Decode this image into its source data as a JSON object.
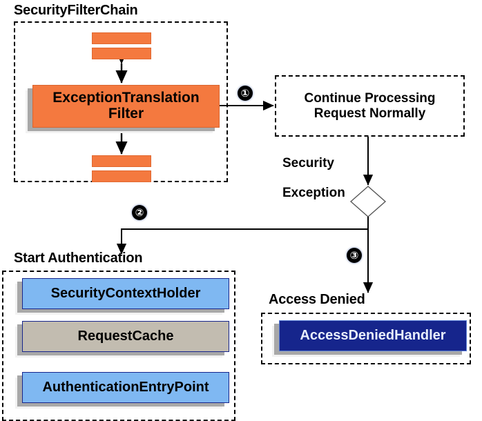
{
  "diagram": {
    "title": "ExceptionTranslationFilter flow",
    "colors": {
      "orange": "#f4793f",
      "light_blue": "#7fb8f2",
      "gray": "#c2bcb0",
      "navy": "#16258c",
      "shadow": "#a8a8a8",
      "line": "#000000"
    }
  },
  "groups": {
    "security_filter_chain": {
      "label": "SecurityFilterChain"
    },
    "start_authentication": {
      "label": "Start Authentication"
    },
    "access_denied": {
      "label": "Access Denied"
    }
  },
  "filters": {
    "exception_translation_filter": {
      "label": "ExceptionTranslation\nFilter",
      "line1": "ExceptionTranslation",
      "line2": "Filter"
    },
    "bars": [
      {
        "name": "filter-bar-top-1"
      },
      {
        "name": "filter-bar-top-2"
      },
      {
        "name": "filter-bar-bottom-1"
      },
      {
        "name": "filter-bar-bottom-2"
      }
    ]
  },
  "process": {
    "continue_processing": {
      "line1": "Continue Processing",
      "line2": "Request Normally"
    }
  },
  "edges": {
    "security_exception": {
      "line1": "Security",
      "line2": "Exception"
    }
  },
  "steps": [
    {
      "number": "①",
      "name": "step-1"
    },
    {
      "number": "②",
      "name": "step-2"
    },
    {
      "number": "③",
      "name": "step-3"
    }
  ],
  "start_authentication_components": [
    {
      "label": "SecurityContextHolder",
      "style": "blue"
    },
    {
      "label": "RequestCache",
      "style": "gray"
    },
    {
      "label": "AuthenticationEntryPoint",
      "style": "blue"
    }
  ],
  "access_denied_components": [
    {
      "label": "AccessDeniedHandler",
      "style": "navy"
    }
  ]
}
